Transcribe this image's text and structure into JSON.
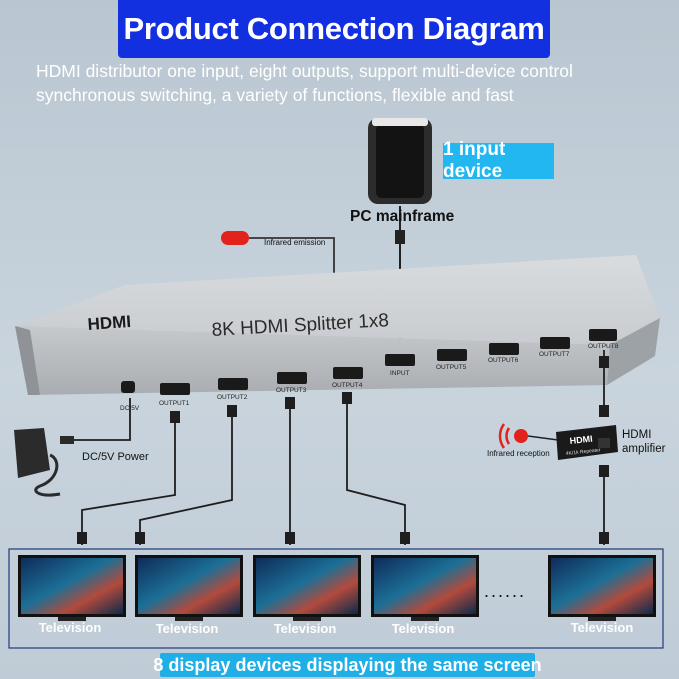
{
  "header": {
    "title": "Product Connection Diagram",
    "subtitle_line1": "HDMI distributor one input, eight outputs, support multi-device control",
    "subtitle_line2": "synchronous switching, a variety of functions, flexible and fast"
  },
  "input": {
    "tag": "1 input device",
    "pc_label": "PC mainframe",
    "ir_emission": "Infrared emission"
  },
  "splitter": {
    "brand": "HDMI",
    "model": "8K  HDMI  Splitter  1x8",
    "ports": {
      "dc": "DC/5V",
      "output1": "OUTPUT1",
      "output2": "OUTPUT2",
      "output3": "OUTPUT3",
      "output4": "OUTPUT4",
      "input": "INPUT",
      "output5": "OUTPUT5",
      "output6": "OUTPUT6",
      "output7": "OUTPUT7",
      "output8": "OUTPUT8"
    }
  },
  "power": {
    "label": "DC/5V Power"
  },
  "amplifier": {
    "brand": "HDMI",
    "model": "4K/1k Repeater",
    "label_line1": "HDMI",
    "label_line2": "amplifier",
    "ir_reception": "Infrared reception"
  },
  "televisions": [
    "Television",
    "Television",
    "Television",
    "Television",
    "Television"
  ],
  "ellipsis": "......",
  "footer": "8 display devices displaying the same screen",
  "colors": {
    "title_bg": "#1330e0",
    "tag_bg": "#22b7f0",
    "footer_bg": "#1faee6",
    "background": "#c4cfd9"
  }
}
